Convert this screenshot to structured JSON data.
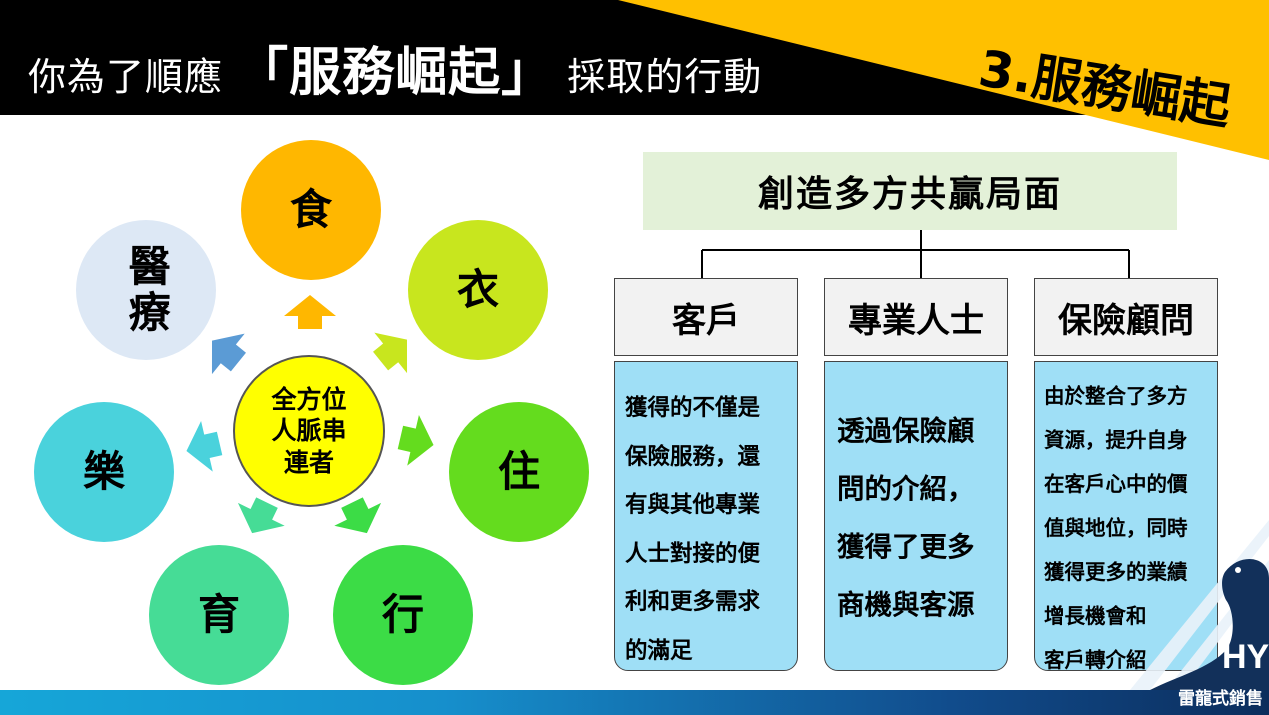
{
  "slide": {
    "title_prefix": "你為了順應",
    "title_highlight": "「服務崛起」",
    "title_suffix": "採取的行動",
    "section_label": "3.服務崛起"
  },
  "radial": {
    "hub_label": "全方位\n人脈串\n連者",
    "nodes": [
      {
        "label": "食",
        "color": "#ffb700"
      },
      {
        "label": "衣",
        "color": "#c8e61e"
      },
      {
        "label": "住",
        "color": "#64dc1e"
      },
      {
        "label": "行",
        "color": "#3cdc46"
      },
      {
        "label": "育",
        "color": "#46dc96"
      },
      {
        "label": "樂",
        "color": "#4ad2dc"
      },
      {
        "label": "醫療",
        "color": "#dde8f5"
      }
    ]
  },
  "tree": {
    "goal": "創造多方共贏局面",
    "parties": [
      {
        "title": "客戶",
        "body": "獲得的不僅是\n保險服務，還\n有與其他專業\n人士對接的便\n利和更多需求\n的滿足"
      },
      {
        "title": "專業人士",
        "body": "透過保險顧\n問的介紹，\n獲得了更多\n商機與客源"
      },
      {
        "title": "保險顧問",
        "body": "由於整合了多方\n資源，提升自身\n在客戶心中的價\n值與地位，同時\n獲得更多的業績\n增長機會和\n客戶轉介紹"
      }
    ]
  },
  "brand": {
    "mark": "HY",
    "name": "雷龍式銷售"
  },
  "colors": {
    "accent_yellow": "#ffc000",
    "body_blue": "#9fdff6",
    "goal_green": "#e3f1d8",
    "arrow_orange": "#ffb700",
    "arrow_lime": "#c8e61e",
    "arrow_green": "#64dc1e",
    "arrow_teal": "#46dc96",
    "arrow_blue": "#5b9bd5"
  }
}
